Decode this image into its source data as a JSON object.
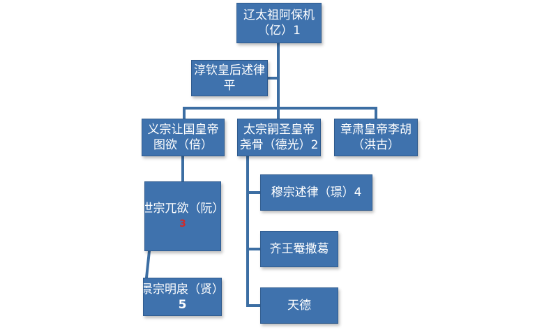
{
  "diagram": {
    "nodes": {
      "root": {
        "line1": "辽太祖阿保机",
        "line2": "（亿）1"
      },
      "empress": {
        "line1": "淳钦皇后述律",
        "line2": "平"
      },
      "yizong": {
        "line1": "义宗让国皇帝",
        "line2": "图欲（倍）"
      },
      "taizong": {
        "line1": "太宗嗣圣皇帝",
        "line2": "尧骨（德光）2"
      },
      "zhangsu": {
        "line1": "章肃皇帝李胡",
        "line2": "（洪古）"
      },
      "shizong": {
        "line1": "世宗兀欲（阮）",
        "line2": "3"
      },
      "jingzong": {
        "line1": "景宗明扆（贤）",
        "line2": "5"
      },
      "muzong": {
        "line1": "穆宗述律（璟）4"
      },
      "qiwang": {
        "line1": "齐王罨撒葛"
      },
      "tiande": {
        "line1": "天德"
      }
    },
    "colors": {
      "box_fill": "#3f72ad",
      "connector": "#3c6ea3",
      "text": "#ffffff",
      "highlight_number": "#d02a2a"
    }
  }
}
